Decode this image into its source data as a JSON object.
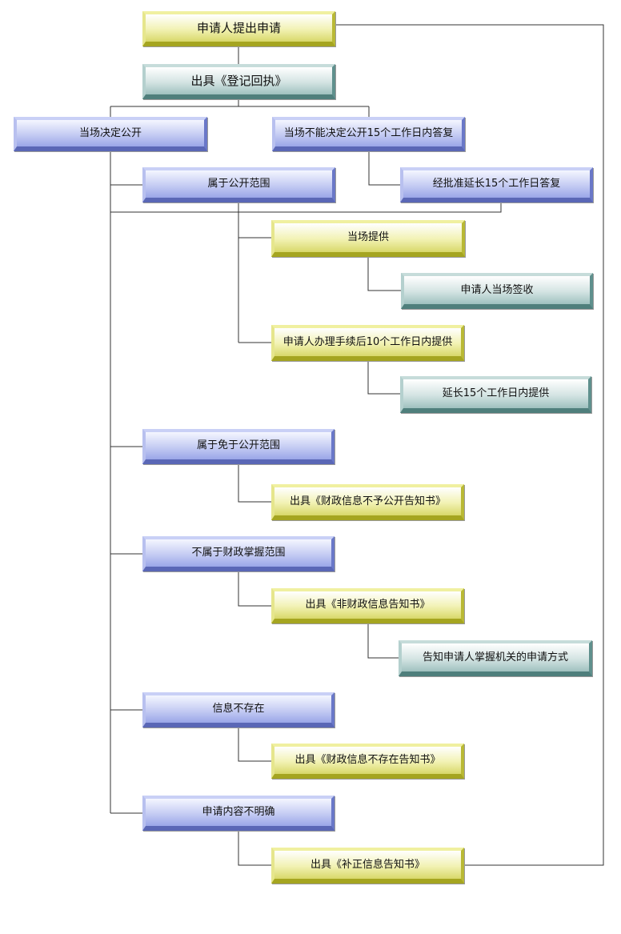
{
  "nodes": {
    "n1": "申请人提出申请",
    "n2": "出具《登记回执》",
    "n3": "当场决定公开",
    "n4": "当场不能决定公开15个工作日内答复",
    "n5": "属于公开范围",
    "n6": "经批准延长15个工作日答复",
    "n7": "当场提供",
    "n8": "申请人当场签收",
    "n9": "申请人办理手续后10个工作日内提供",
    "n10": "延长15个工作日内提供",
    "n11": "属于免于公开范围",
    "n12": "出具《财政信息不予公开告知书》",
    "n13": "不属于财政掌握范围",
    "n14": "出具《非财政信息告知书》",
    "n15": "告知申请人掌握机关的申请方式",
    "n16": "信息不存在",
    "n17": "出具《财政信息不存在告知书》",
    "n18": "申请内容不明确",
    "n19": "出具《补正信息告知书》"
  },
  "colors": {
    "blue": "#9aa6e8",
    "yellow": "#d8d86a",
    "teal": "#9fc1bf",
    "line": "#333333"
  }
}
